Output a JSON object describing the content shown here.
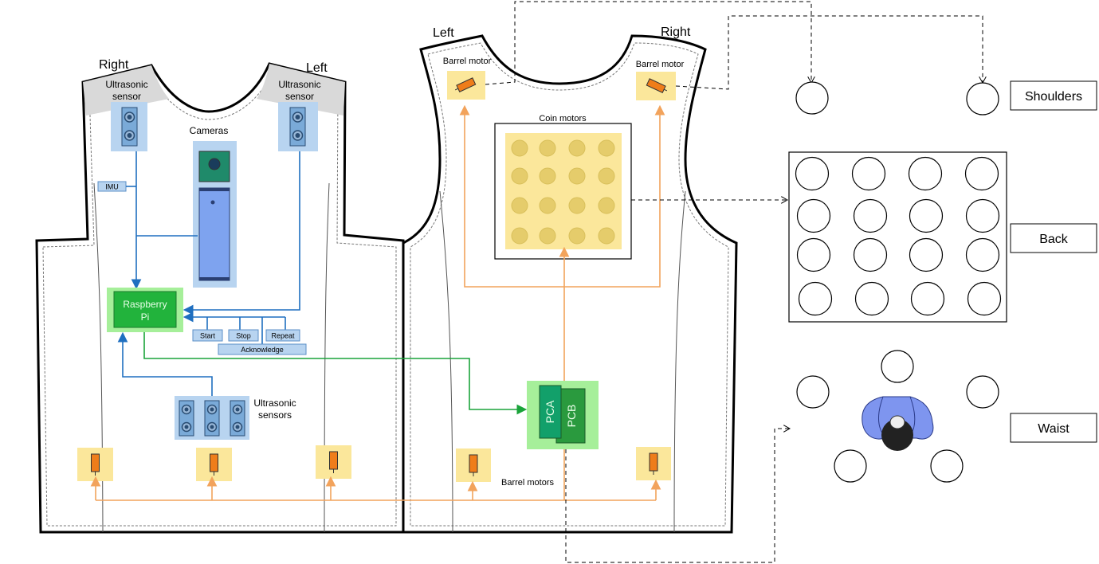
{
  "front": {
    "right_label": "Right",
    "left_label": "Left",
    "ultrasonic_right": [
      "Ultrasonic",
      "sensor"
    ],
    "ultrasonic_left": [
      "Ultrasonic",
      "sensor"
    ],
    "imu": "IMU",
    "cameras": "Cameras",
    "raspberry_pi": [
      "Raspberry",
      "Pi"
    ],
    "buttons": [
      "Start",
      "Stop",
      "Repeat"
    ],
    "acknowledge": "Acknowledge",
    "ultrasonic_sensors": [
      "Ultrasonic",
      "sensors"
    ]
  },
  "back": {
    "left_label": "Left",
    "right_label": "Right",
    "barrel_motor_left": "Barrel motor",
    "barrel_motor_right": "Barrel motor",
    "coin_motors": "Coin motors",
    "pca": "PCA",
    "pcb": "PCB",
    "barrel_motors": "Barrel motors"
  },
  "layout_labels": {
    "shoulders": "Shoulders",
    "back": "Back",
    "waist": "Waist"
  },
  "colors": {
    "blue_line": "#1f6fc0",
    "green_line": "#1aa33a",
    "orange_line": "#f2a35c",
    "sensor_fill": "#b8d4f0",
    "pi_fill": "#2ec24a",
    "pi_halo": "#a6ef9a",
    "motor_fill": "#ef7d1a",
    "motor_halo": "#fbe79b",
    "coin_fill": "#fbe79b",
    "coin": "#e5cc6b"
  }
}
